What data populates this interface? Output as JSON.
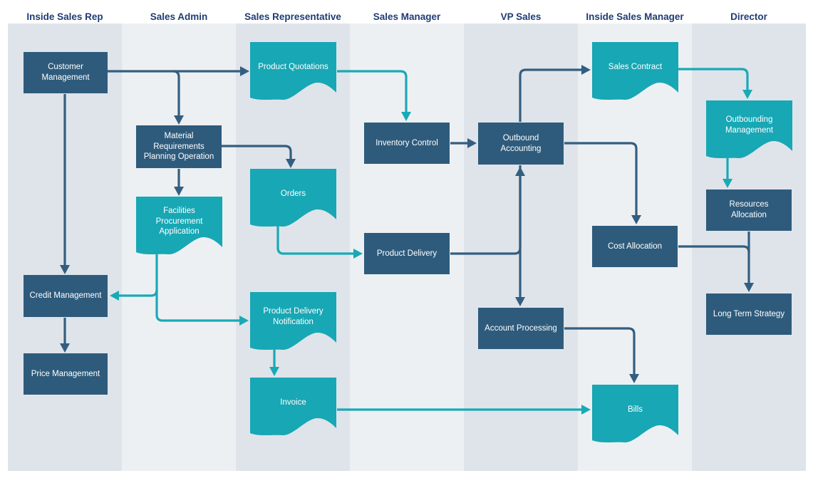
{
  "diagram_type": "swimlane-flowchart",
  "lanes": [
    {
      "label": "Inside Sales Rep"
    },
    {
      "label": "Sales Admin"
    },
    {
      "label": "Sales Representative"
    },
    {
      "label": "Sales Manager"
    },
    {
      "label": "VP Sales"
    },
    {
      "label": "Inside Sales Manager"
    },
    {
      "label": "Director"
    }
  ],
  "nodes": {
    "customer_management": {
      "label": "Customer Management",
      "type": "process",
      "lane": "Inside Sales Rep"
    },
    "credit_management": {
      "label": "Credit Management",
      "type": "process",
      "lane": "Inside Sales Rep"
    },
    "price_management": {
      "label": "Price Management",
      "type": "process",
      "lane": "Inside Sales Rep"
    },
    "mrpo": {
      "label": "Material Requirements Planning Operation",
      "type": "process",
      "lane": "Sales Admin"
    },
    "facilities_procurement_application": {
      "label": "Facilities Procurement Application",
      "type": "document",
      "lane": "Sales Admin"
    },
    "product_quotations": {
      "label": "Product Quotations",
      "type": "document",
      "lane": "Sales Representative"
    },
    "orders": {
      "label": "Orders",
      "type": "document",
      "lane": "Sales Representative"
    },
    "product_delivery_notification": {
      "label": "Product Delivery Notification",
      "type": "document",
      "lane": "Sales Representative"
    },
    "invoice": {
      "label": "Invoice",
      "type": "document",
      "lane": "Sales Representative"
    },
    "inventory_control": {
      "label": "Inventory Control",
      "type": "process",
      "lane": "Sales Manager"
    },
    "product_delivery": {
      "label": "Product Delivery",
      "type": "process",
      "lane": "Sales Manager"
    },
    "outbound_accounting": {
      "label": "Outbound Accounting",
      "type": "process",
      "lane": "VP Sales"
    },
    "account_processing": {
      "label": "Account Processing",
      "type": "process",
      "lane": "VP Sales"
    },
    "sales_contract": {
      "label": "Sales Contract",
      "type": "document",
      "lane": "Inside Sales Manager"
    },
    "cost_allocation": {
      "label": "Cost Allocation",
      "type": "process",
      "lane": "Inside Sales Manager"
    },
    "bills": {
      "label": "Bills",
      "type": "document",
      "lane": "Inside Sales Manager"
    },
    "outbounding_management": {
      "label": "Outbounding Management",
      "type": "document",
      "lane": "Director"
    },
    "resources_allocation": {
      "label": "Resources Allocation",
      "type": "process",
      "lane": "Director"
    },
    "long_term_strategy": {
      "label": "Long Term Strategy",
      "type": "process",
      "lane": "Director"
    }
  },
  "edges": [
    {
      "from": "Customer Management",
      "to": "Product Quotations",
      "color": "dark"
    },
    {
      "from": "Customer Management",
      "to": "Material Requirements Planning Operation",
      "color": "dark"
    },
    {
      "from": "Customer Management",
      "to": "Credit Management",
      "color": "dark"
    },
    {
      "from": "Credit Management",
      "to": "Price Management",
      "color": "dark"
    },
    {
      "from": "Material Requirements Planning Operation",
      "to": "Facilities Procurement Application",
      "color": "dark"
    },
    {
      "from": "Material Requirements Planning Operation",
      "to": "Orders",
      "color": "dark"
    },
    {
      "from": "Facilities Procurement Application",
      "to": "Credit Management",
      "color": "teal"
    },
    {
      "from": "Facilities Procurement Application",
      "to": "Product Delivery Notification",
      "color": "teal"
    },
    {
      "from": "Product Quotations",
      "to": "Inventory Control",
      "color": "teal"
    },
    {
      "from": "Inventory Control",
      "to": "Outbound Accounting",
      "color": "dark"
    },
    {
      "from": "Orders",
      "to": "Product Delivery",
      "color": "teal"
    },
    {
      "from": "Product Delivery",
      "to": "Outbound Accounting",
      "color": "dark"
    },
    {
      "from": "Outbound Accounting",
      "to": "Sales Contract",
      "color": "dark"
    },
    {
      "from": "Outbound Accounting",
      "to": "Cost Allocation",
      "color": "dark"
    },
    {
      "from": "Outbound Accounting",
      "to": "Account Processing",
      "color": "dark"
    },
    {
      "from": "Sales Contract",
      "to": "Outbounding Management",
      "color": "teal"
    },
    {
      "from": "Outbounding Management",
      "to": "Resources Allocation",
      "color": "teal"
    },
    {
      "from": "Cost Allocation",
      "to": "Long Term Strategy",
      "color": "dark"
    },
    {
      "from": "Resources Allocation",
      "to": "Long Term Strategy",
      "color": "dark"
    },
    {
      "from": "Account Processing",
      "to": "Bills",
      "color": "dark"
    },
    {
      "from": "Product Delivery Notification",
      "to": "Invoice",
      "color": "teal"
    },
    {
      "from": "Invoice",
      "to": "Bills",
      "color": "teal"
    }
  ],
  "colors": {
    "process_fill": "#2e5b7c",
    "document_fill": "#18a7b4",
    "arrow_dark": "#335e80",
    "arrow_teal": "#19a9b6",
    "lane_dark": "#dfe4ea",
    "lane_light": "#edf0f3",
    "header_text": "#1f3c74",
    "node_text": "#ffffff",
    "background": "#ffffff"
  }
}
